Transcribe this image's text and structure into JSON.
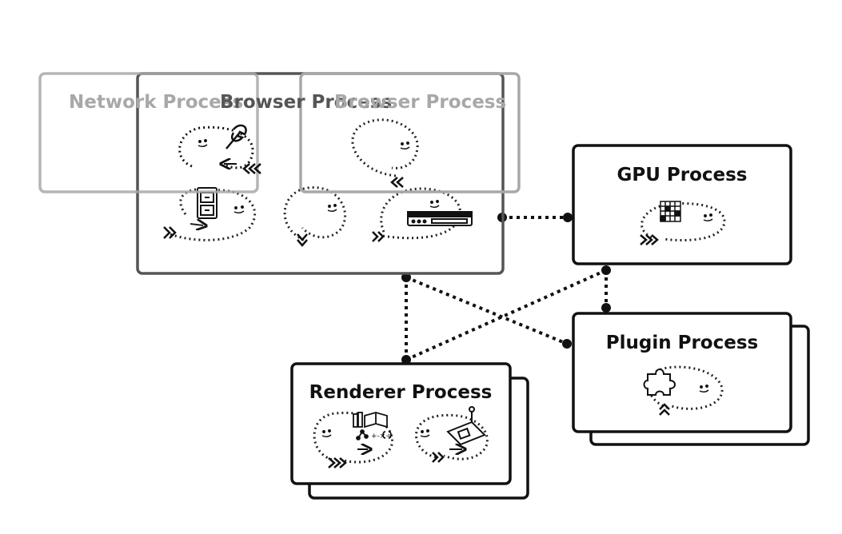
{
  "processes": {
    "network": {
      "label": "Network Process"
    },
    "browser": {
      "label": "Browser Process"
    },
    "browser_ghost": {
      "label": "Browser Process"
    },
    "gpu": {
      "label": "GPU Process"
    },
    "plugin": {
      "label": "Plugin Process"
    },
    "renderer": {
      "label": "Renderer Process"
    }
  },
  "connections": [
    {
      "from": "browser",
      "to": "gpu"
    },
    {
      "from": "browser",
      "to": "renderer"
    },
    {
      "from": "browser",
      "to": "plugin"
    },
    {
      "from": "renderer",
      "to": "gpu"
    },
    {
      "from": "gpu",
      "to": "plugin"
    }
  ],
  "icons": [
    "wrench-icon",
    "file-cabinet-icon",
    "toolbar-icon",
    "grid-chip-icon",
    "puzzle-piece-icon",
    "books-science-icon",
    "tablet-pen-icon",
    "smiley-icon"
  ],
  "colors": {
    "ink": "#111111",
    "faded": "#a8a8a8",
    "mid": "#666666",
    "background": "#ffffff"
  }
}
